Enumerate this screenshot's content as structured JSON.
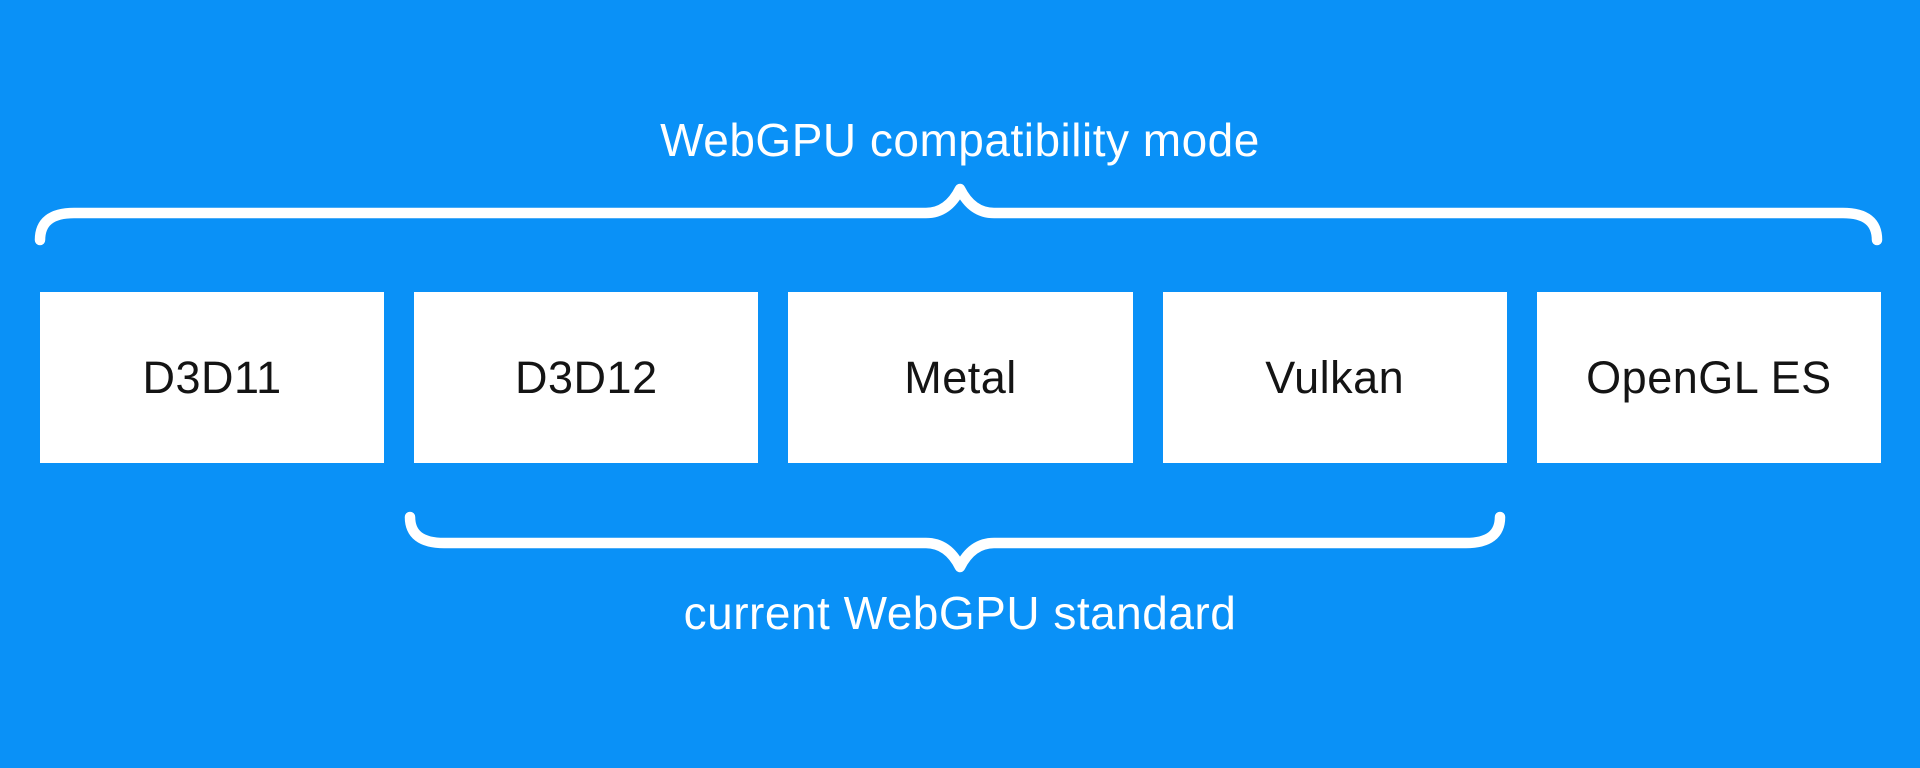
{
  "diagram": {
    "title": "WebGPU compatibility mode",
    "bottom_caption": "current WebGPU standard",
    "boxes": [
      "D3D11",
      "D3D12",
      "Metal",
      "Vulkan",
      "OpenGL ES"
    ],
    "top_brace": {
      "label": "WebGPU compatibility mode",
      "spans_boxes": [
        "D3D11",
        "D3D12",
        "Metal",
        "Vulkan",
        "OpenGL ES"
      ],
      "direction": "point-up"
    },
    "bottom_brace": {
      "label": "current WebGPU standard",
      "spans_boxes": [
        "D3D12",
        "Metal",
        "Vulkan"
      ],
      "direction": "point-down"
    }
  },
  "colors": {
    "background": "#0a91f7",
    "box_bg": "#ffffff",
    "box_text": "#141414",
    "accent_text": "#ffffff",
    "brace": "#ffffff"
  }
}
